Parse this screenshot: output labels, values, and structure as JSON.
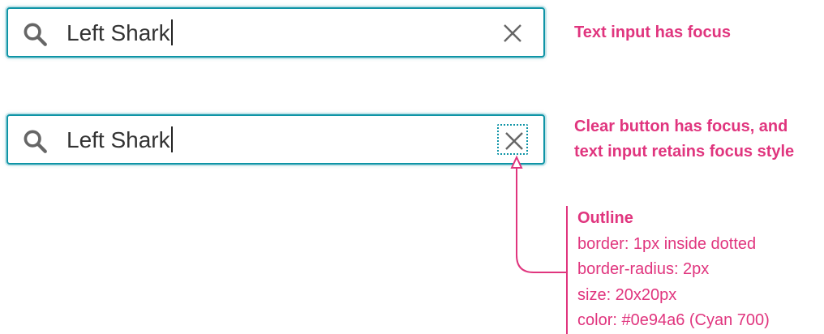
{
  "fields": [
    {
      "value": "Left Shark"
    },
    {
      "value": "Left Shark"
    }
  ],
  "annotations": {
    "first": "Text input has focus",
    "second_line1": "Clear button has focus, and",
    "second_line2": "text input retains focus style"
  },
  "outline_spec": {
    "title": "Outline",
    "lines": [
      "border: 1px inside dotted",
      "border-radius: 2px",
      "size: 20x20px",
      "color: #0e94a6 (Cyan 700)"
    ]
  },
  "colors": {
    "focus": "#0e94a6",
    "annotation": "#e0357e",
    "icon": "#666666"
  },
  "icons": [
    "search-icon",
    "close-icon"
  ]
}
